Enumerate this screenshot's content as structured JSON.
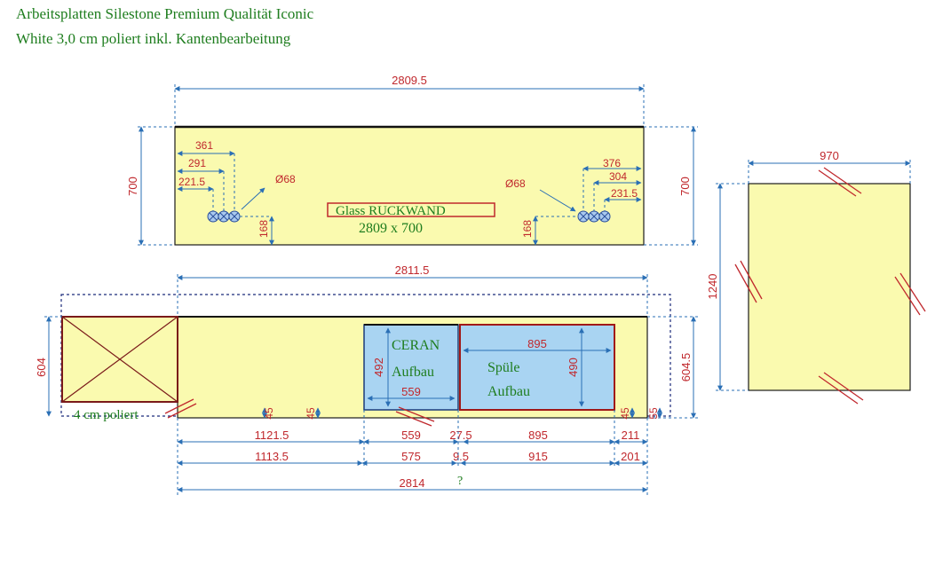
{
  "header": {
    "line1": "Arbeitsplatten Silestone Premium Qualität Iconic",
    "line2": "White 3,0 cm poliert inkl. Kantenbearbeitung"
  },
  "colors": {
    "panel": "#fafaaf",
    "cutout": "#a9d4f2",
    "dimension_text": "#c0282d",
    "dimension_line": "#2a6fb5",
    "label_green": "#1e7d1e"
  },
  "backsplash": {
    "width_dim": "2809.5",
    "height_left": "700",
    "height_right": "700",
    "label": "Glass RUCKWAND",
    "size_label": "2809 x 700",
    "left_holes": {
      "d1": "361",
      "d2": "291",
      "d3": "221.5",
      "diameter": "Ø68",
      "height": "168"
    },
    "right_holes": {
      "d1": "376",
      "d2": "304",
      "d3": "231.5",
      "diameter": "Ø68",
      "height": "168"
    }
  },
  "side_panel": {
    "width": "970",
    "height": "1240"
  },
  "worktop": {
    "top_dim": "2811.5",
    "left_depth": "604",
    "right_depth": "604.5",
    "edge_note": "4 cm poliert",
    "ceran": {
      "line1": "CERAN",
      "line2": "Aufbau",
      "width": "559",
      "depth": "492"
    },
    "sink": {
      "line1": "Spüle",
      "line2": "Aufbau",
      "width": "895",
      "depth": "490"
    },
    "small_dims": [
      "45",
      "45",
      "45",
      "55"
    ],
    "row1": [
      "1121.5",
      "559",
      "27.5",
      "895",
      "211"
    ],
    "row2": [
      "1113.5",
      "575",
      "9.5",
      "915",
      "201"
    ],
    "total": "2814",
    "question": "?"
  }
}
